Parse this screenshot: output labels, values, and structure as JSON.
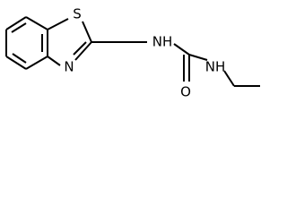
{
  "molecule": {
    "atoms": {
      "sulfur": "S",
      "thiazole_nitrogen": "N",
      "amine_nh": "NH",
      "carbonyl_oxygen": "O",
      "terminal_nh": "NH"
    }
  }
}
